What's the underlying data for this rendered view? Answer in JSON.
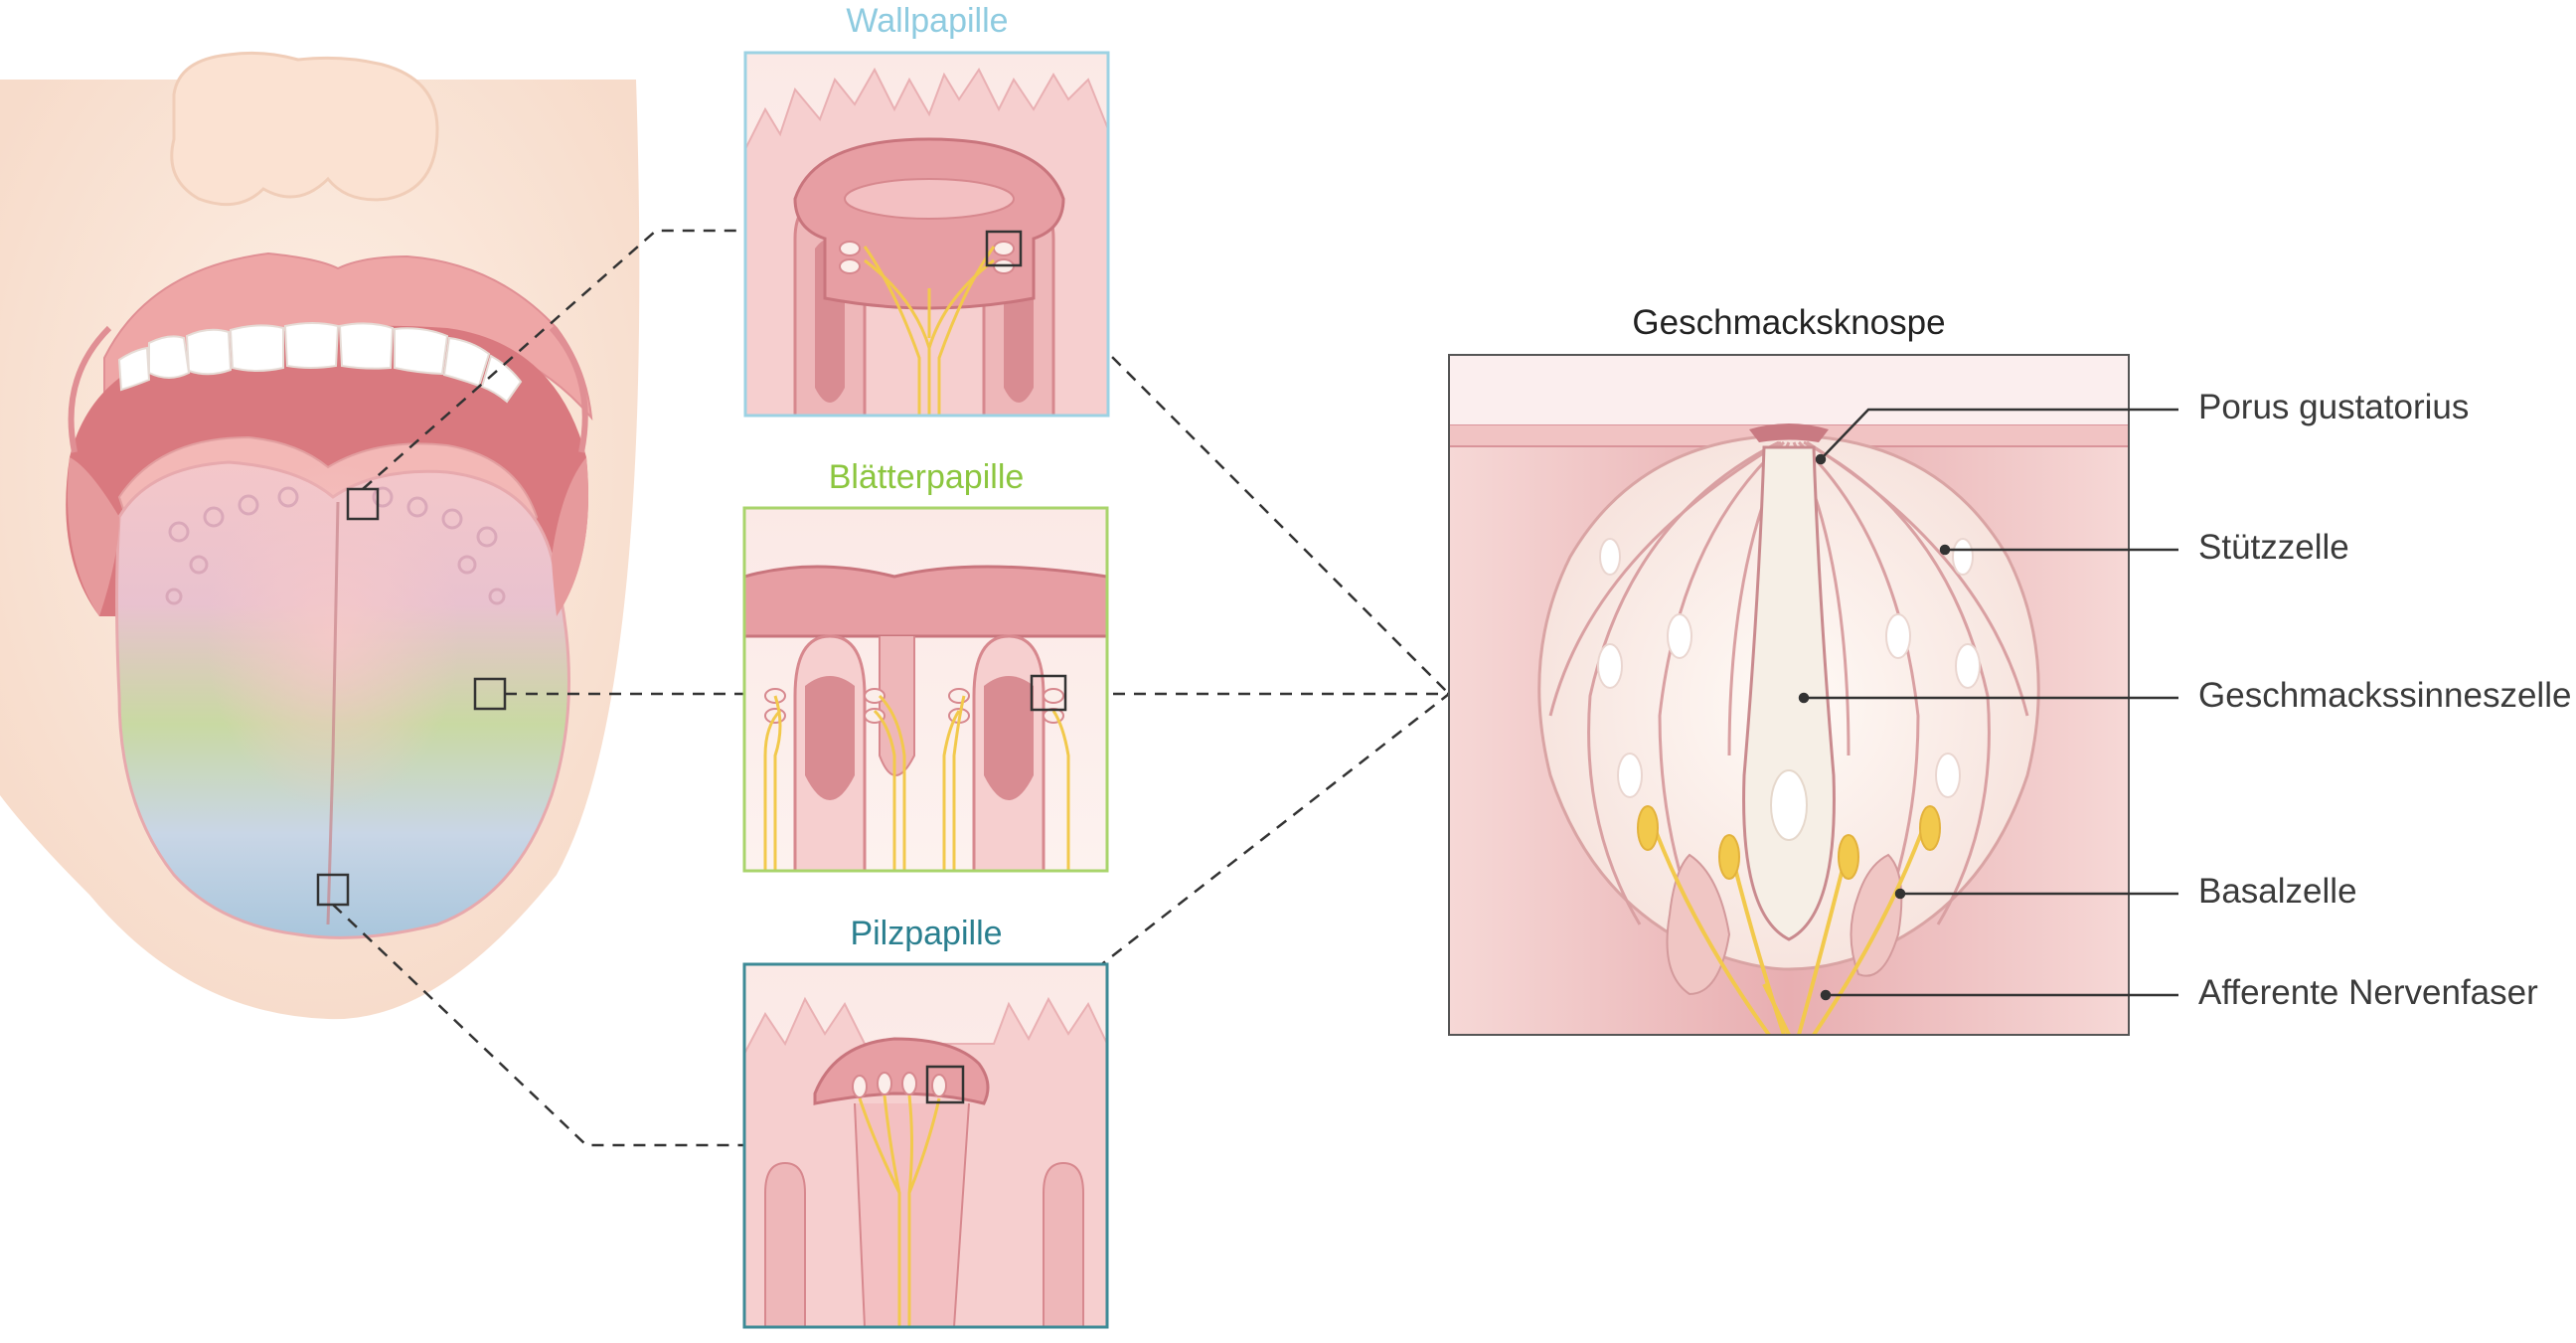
{
  "panels": {
    "wallpapille": {
      "title": "Wallpapille",
      "color": "#8ecbe0"
    },
    "blaetterpapille": {
      "title": "Blätterpapille",
      "color": "#8cc63f"
    },
    "pilzpapille": {
      "title": "Pilzpapille",
      "color": "#2a7f8f"
    }
  },
  "bud": {
    "title": "Geschmacksknospe",
    "labels": {
      "porus": "Porus gustatorius",
      "stuetz": "Stützzelle",
      "sinnes": "Geschmackssinneszelle",
      "basal": "Basalzelle",
      "afferent": "Afferente Nervenfaser"
    }
  },
  "colors": {
    "tissue": "#f3c6c6",
    "tissue_dark": "#d98c92",
    "nerve": "#f2c94c",
    "skin": "#fbe6d8",
    "line": "#333333"
  }
}
